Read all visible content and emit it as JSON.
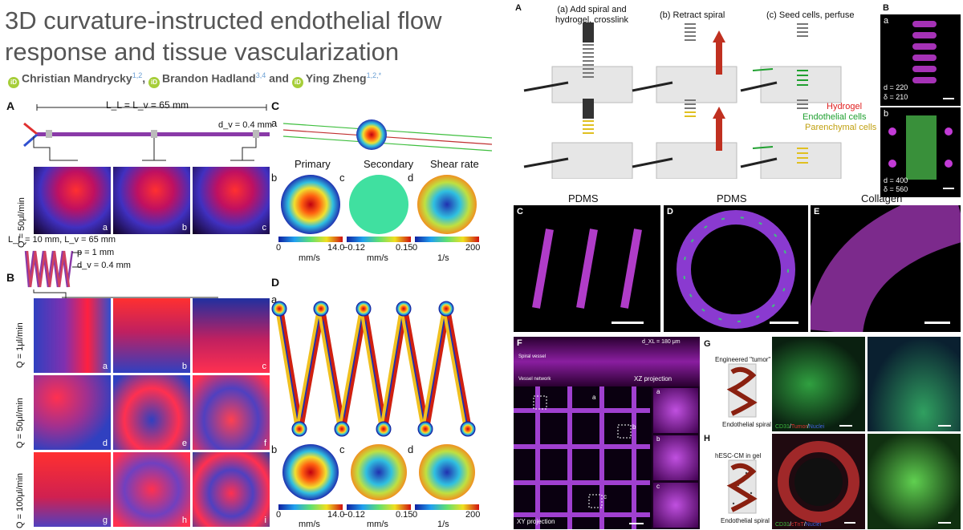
{
  "title": "3D curvature-instructed endothelial flow response and tissue vascularization",
  "authors": [
    {
      "name": "Christian Mandrycky",
      "sup": "1,2",
      "sep": ","
    },
    {
      "name": "Brandon Hadland",
      "sup": "3,4",
      "sep": "and"
    },
    {
      "name": "Ying Zheng",
      "sup": "1,2,*",
      "sep": ""
    }
  ],
  "orcid_mark": "iD",
  "left": {
    "panelA": {
      "label": "A",
      "length": "L_L = L_v = 65 mm",
      "diameter": "d_v = 0.4 mm",
      "flow": "Q = 50μl/min",
      "sub": [
        "a",
        "b",
        "c"
      ]
    },
    "panelB": {
      "label": "B",
      "length": "L_L = 10 mm, L_v = 65 mm",
      "pitch": "p = 1 mm",
      "diameter": "d_v = 0.4 mm",
      "flows": [
        "Q = 1μl/min",
        "Q = 50μl/min",
        "Q = 100μl/min"
      ],
      "sub": [
        "a",
        "b",
        "c",
        "d",
        "e",
        "f",
        "g",
        "h",
        "i"
      ]
    },
    "panelC": {
      "label": "C",
      "sub": [
        "a",
        "b",
        "c",
        "d"
      ],
      "maps": [
        "Primary",
        "Secondary",
        "Shear rate"
      ],
      "bars": [
        {
          "min": "0",
          "max": "14.0",
          "unit": "mm/s"
        },
        {
          "min": "−0.12",
          "max": "0.15",
          "unit": "mm/s"
        },
        {
          "min": "0",
          "max": "200",
          "unit": "1/s"
        }
      ]
    },
    "panelD": {
      "label": "D",
      "sub": [
        "a",
        "b",
        "c",
        "d"
      ],
      "bars": [
        {
          "min": "0",
          "max": "14.0",
          "unit": "mm/s"
        },
        {
          "min": "−0.12",
          "max": "0.15",
          "unit": "mm/s"
        },
        {
          "min": "0",
          "max": "200",
          "unit": "1/s"
        }
      ]
    }
  },
  "right": {
    "panelA": {
      "label": "A",
      "steps": [
        "(a) Add spiral and hydrogel, crosslink",
        "(b) Retract spiral",
        "(c) Seed cells, perfuse"
      ],
      "legend": [
        {
          "name": "Hydrogel",
          "color": "#e02020"
        },
        {
          "name": "Endothelial cells",
          "color": "#20a030"
        },
        {
          "name": "Parenchymal cells",
          "color": "#e0c020"
        }
      ]
    },
    "panelB": {
      "label": "B",
      "top": {
        "sub": "a",
        "d": "d = 220",
        "delta": "δ = 210"
      },
      "bottom": {
        "sub": "b",
        "d": "d = 400",
        "delta": "δ = 560"
      }
    },
    "panelC": {
      "label": "C",
      "name": "PDMS"
    },
    "panelD": {
      "label": "D",
      "name": "PDMS"
    },
    "panelE": {
      "label": "E",
      "name": "Collagen"
    },
    "panelF": {
      "label": "F",
      "xz": "XZ projection",
      "xy": "XY projection",
      "depth": "d_XL = 180 μm",
      "inset_sub": [
        "a",
        "b",
        "c"
      ],
      "insets": [
        "a",
        "b",
        "c"
      ],
      "spiral_vessel": "Spiral vessel",
      "vessel_network": "Vessel network"
    },
    "panelG": {
      "label": "G",
      "tumor": "Engineered \"tumor\"",
      "spiral": "Endothelial spiral",
      "stain": [
        "CD31",
        "Tumor",
        "Nuclei"
      ]
    },
    "panelH": {
      "label": "H",
      "gel": "hESC-CM in gel",
      "spiral": "Endothelial spiral",
      "stain": [
        "CD31",
        "cTnT",
        "Nuclei"
      ]
    }
  },
  "colors": {
    "title": "#555555",
    "sup": "#6a9fd4",
    "orcid": "#a6ce39",
    "magenta": "#c23bd6",
    "green": "#3fbf3f"
  }
}
